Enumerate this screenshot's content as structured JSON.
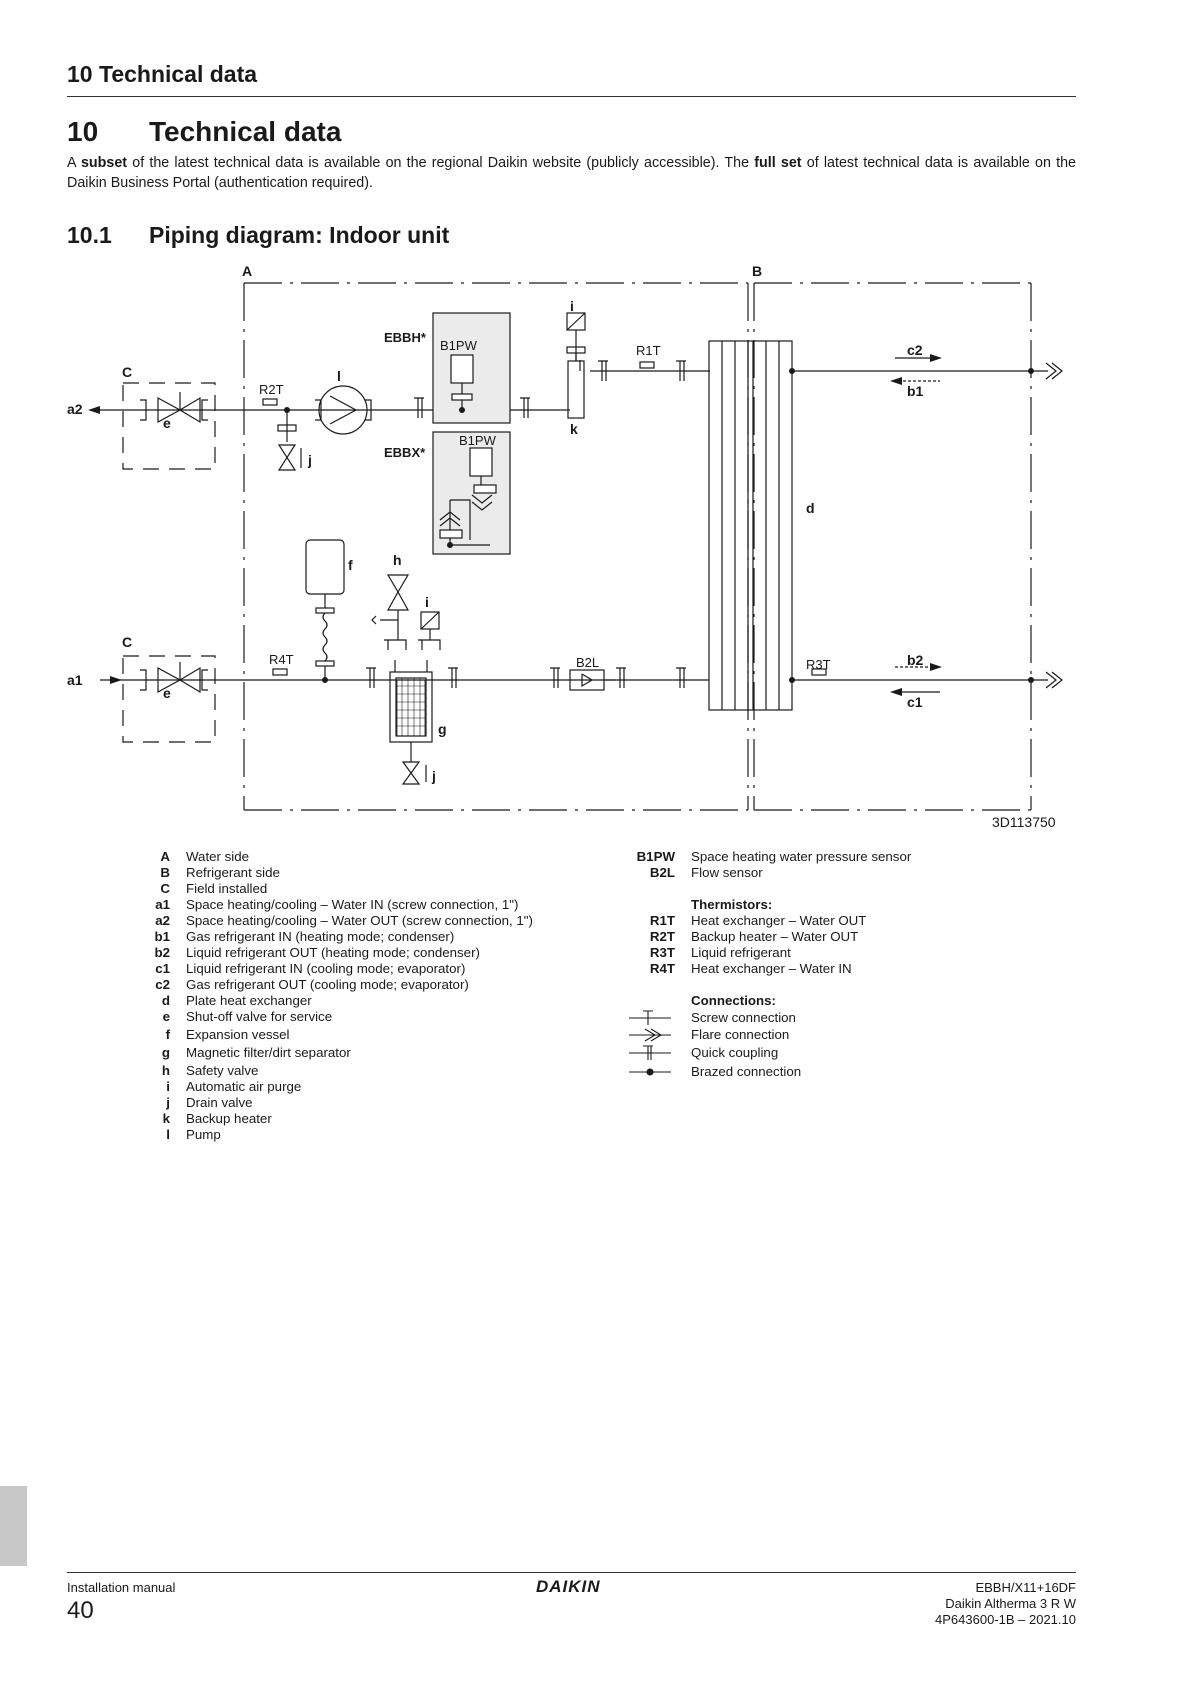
{
  "header": {
    "title": "10 Technical data"
  },
  "section": {
    "number": "10",
    "title": "Technical data"
  },
  "intro": {
    "part1": "A ",
    "bold1": "subset",
    "part2": " of the latest technical data is available on the regional Daikin website (publicly accessible). The ",
    "bold2": "full set",
    "part3": " of latest technical data is available on the Daikin Business Portal (authentication required)."
  },
  "subsection": {
    "number": "10.1",
    "title": "Piping diagram: Indoor unit"
  },
  "diagram": {
    "labels": {
      "A": "A",
      "B": "B",
      "C": "C",
      "a1": "a1",
      "a2": "a2",
      "b1": "b1",
      "b2": "b2",
      "c1": "c1",
      "c2": "c2",
      "d": "d",
      "e": "e",
      "f": "f",
      "g": "g",
      "h": "h",
      "i": "i",
      "j": "j",
      "k": "k",
      "l": "l",
      "R1T": "R1T",
      "R2T": "R2T",
      "R3T": "R3T",
      "R4T": "R4T",
      "B1PW": "B1PW",
      "B2L": "B2L",
      "EBBH": "EBBH*",
      "EBBX": "EBBX*"
    },
    "drawing_number": "3D113750"
  },
  "legend_left": [
    {
      "key": "A",
      "text": "Water side"
    },
    {
      "key": "B",
      "text": "Refrigerant side"
    },
    {
      "key": "C",
      "text": "Field installed"
    },
    {
      "key": "a1",
      "text": "Space heating/cooling – Water IN (screw connection, 1\")"
    },
    {
      "key": "a2",
      "text": "Space heating/cooling – Water OUT (screw connection, 1\")"
    },
    {
      "key": "b1",
      "text": "Gas refrigerant IN (heating mode; condenser)"
    },
    {
      "key": "b2",
      "text": "Liquid refrigerant OUT (heating mode; condenser)"
    },
    {
      "key": "c1",
      "text": "Liquid refrigerant IN (cooling mode; evaporator)"
    },
    {
      "key": "c2",
      "text": "Gas refrigerant OUT (cooling mode; evaporator)"
    },
    {
      "key": "d",
      "text": "Plate heat exchanger"
    },
    {
      "key": "e",
      "text": "Shut-off valve for service"
    },
    {
      "key": "f",
      "text": "Expansion vessel"
    },
    {
      "key": "g",
      "text": "Magnetic filter/dirt separator"
    },
    {
      "key": "h",
      "text": "Safety valve"
    },
    {
      "key": "i",
      "text": "Automatic air purge"
    },
    {
      "key": "j",
      "text": "Drain valve"
    },
    {
      "key": "k",
      "text": "Backup heater"
    },
    {
      "key": "l",
      "text": "Pump"
    }
  ],
  "legend_right": {
    "sensors": [
      {
        "key": "B1PW",
        "text": "Space heating water pressure sensor"
      },
      {
        "key": "B2L",
        "text": "Flow sensor"
      }
    ],
    "thermistors_title": "Thermistors:",
    "thermistors": [
      {
        "key": "R1T",
        "text": "Heat exchanger – Water OUT"
      },
      {
        "key": "R2T",
        "text": "Backup heater – Water OUT"
      },
      {
        "key": "R3T",
        "text": "Liquid refrigerant"
      },
      {
        "key": "R4T",
        "text": "Heat exchanger – Water IN"
      }
    ],
    "connections_title": "Connections:",
    "connections": [
      {
        "symbol": "screw-connection-icon",
        "text": "Screw connection"
      },
      {
        "symbol": "flare-connection-icon",
        "text": "Flare connection"
      },
      {
        "symbol": "quick-coupling-icon",
        "text": "Quick coupling"
      },
      {
        "symbol": "brazed-connection-icon",
        "text": "Brazed connection"
      }
    ]
  },
  "footer": {
    "doc_type": "Installation manual",
    "page": "40",
    "brand": "DAIKIN",
    "model": "EBBH/X11+16DF",
    "product": "Daikin Altherma 3 R W",
    "ref": "4P643600-1B – 2021.10"
  }
}
